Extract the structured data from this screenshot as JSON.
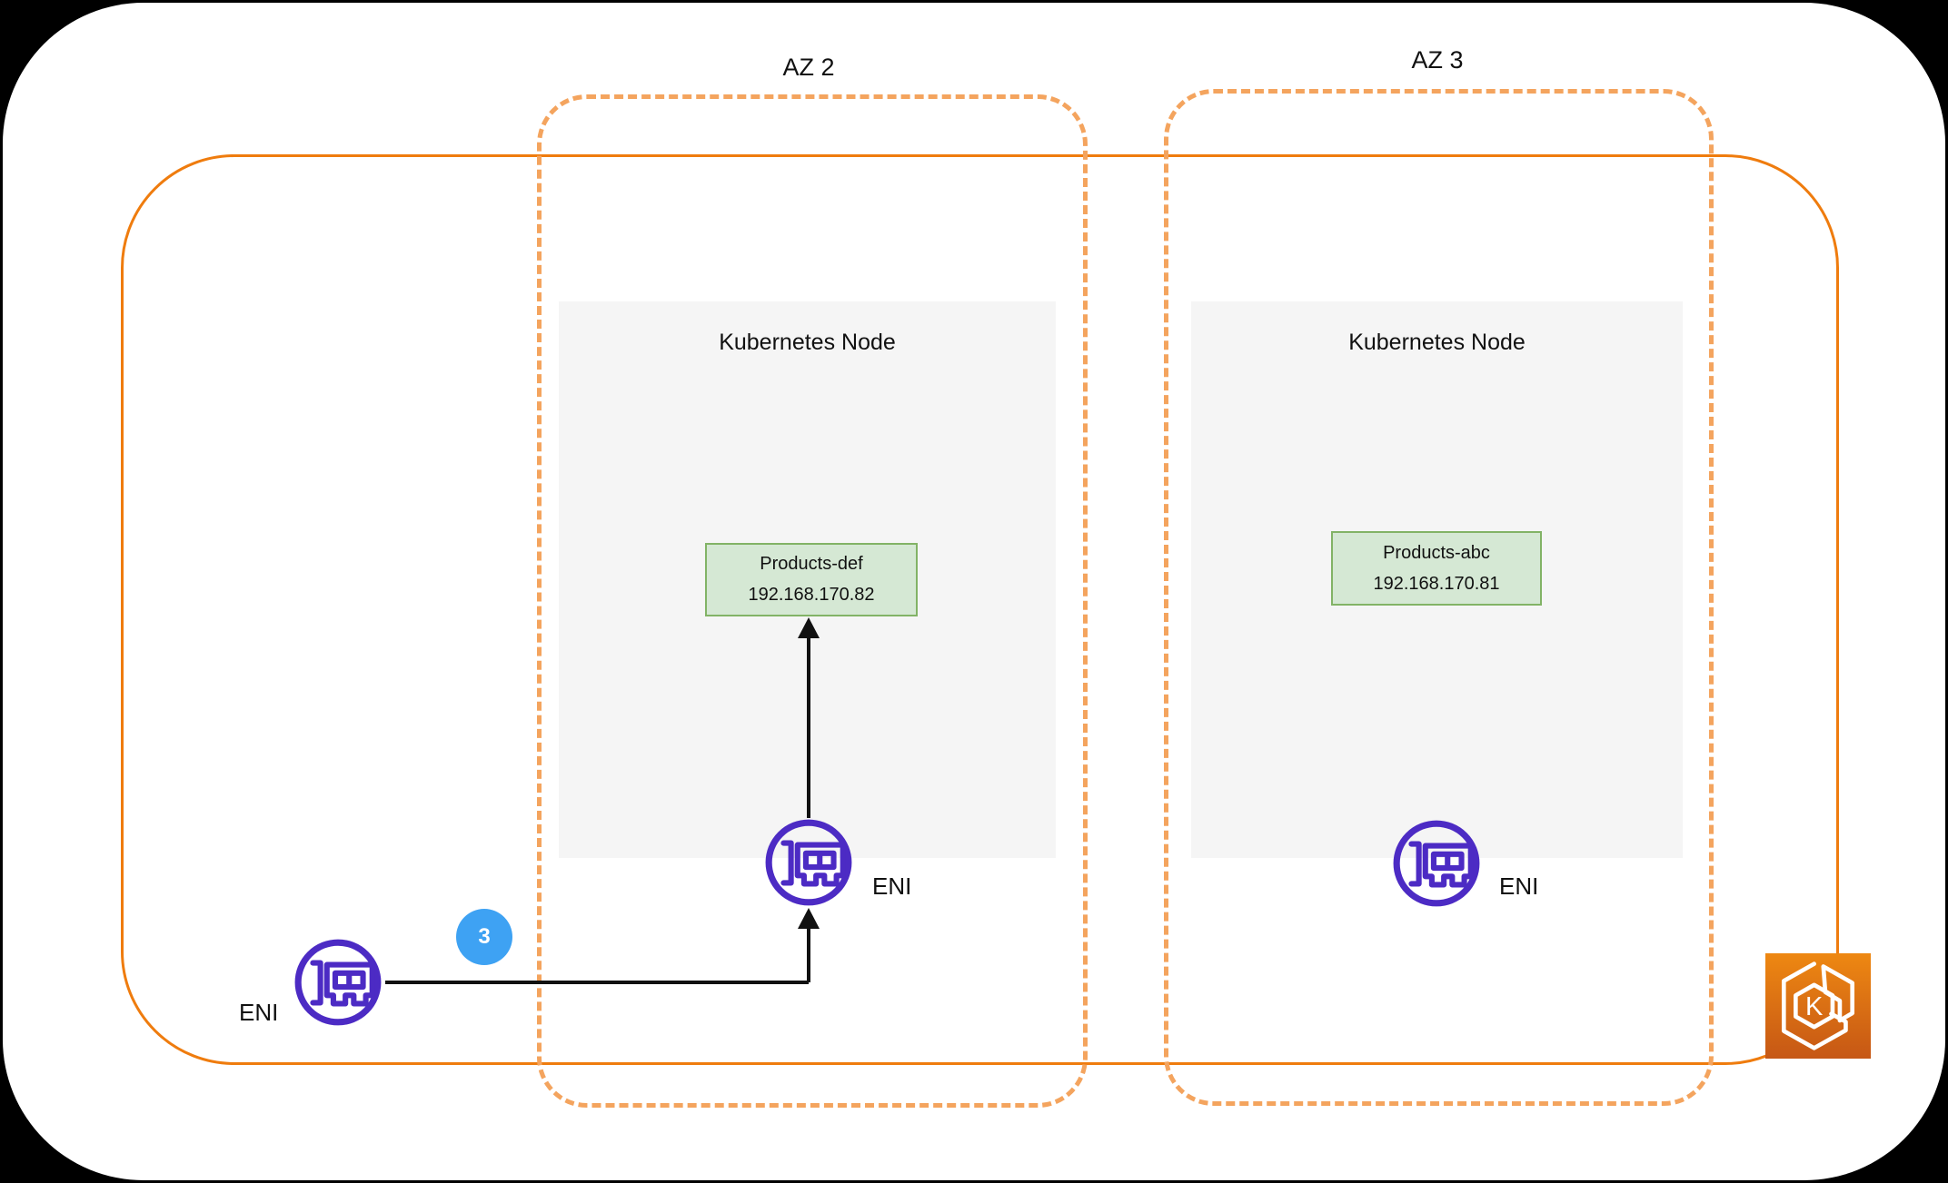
{
  "zones": {
    "az2": {
      "label": "AZ 2"
    },
    "az3": {
      "label": "AZ 3"
    }
  },
  "nodes": {
    "node1": {
      "title": "Kubernetes Node",
      "pod_name": "Products-def",
      "pod_ip": "192.168.170.82",
      "eni_label": "ENI"
    },
    "node2": {
      "title": "Kubernetes Node",
      "pod_name": "Products-abc",
      "pod_ip": "192.168.170.81",
      "eni_label": "ENI"
    }
  },
  "external": {
    "eni_label": "ENI",
    "step_badge": "3"
  },
  "eks": {
    "letter": "K"
  },
  "colors": {
    "background": "#000000",
    "canvas": "#ffffff",
    "cluster_border": "#ef7c0e",
    "az_border_dashed": "#f4a45e",
    "node_fill": "#f5f5f5",
    "pod_fill": "#d5e8d4",
    "pod_border": "#82b366",
    "eni_purple": "#4c2bc4",
    "badge_blue": "#3ea2f3",
    "arrow_black": "#111111",
    "eks_gradient_top": "#ee8812",
    "eks_gradient_bottom": "#c65715"
  }
}
